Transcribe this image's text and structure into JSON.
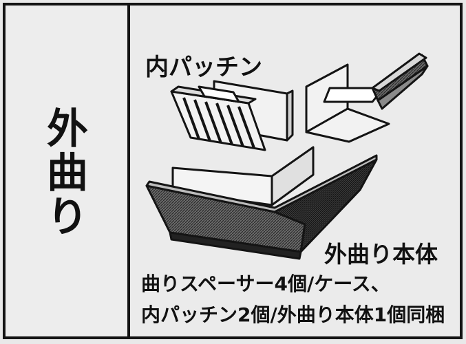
{
  "left_label": [
    "外",
    "曲",
    "り"
  ],
  "labels": {
    "inner_patch": "内パッチン",
    "outer_corner_body": "外曲り本体",
    "contents_line1": "曲りスペーサー4個/ケース、",
    "contents_line2": "内パッチン2個/外曲り本体1個同梱"
  },
  "colors": {
    "outline": "#141414",
    "background": "#ececec",
    "body_fill": "#5a5a5a"
  }
}
